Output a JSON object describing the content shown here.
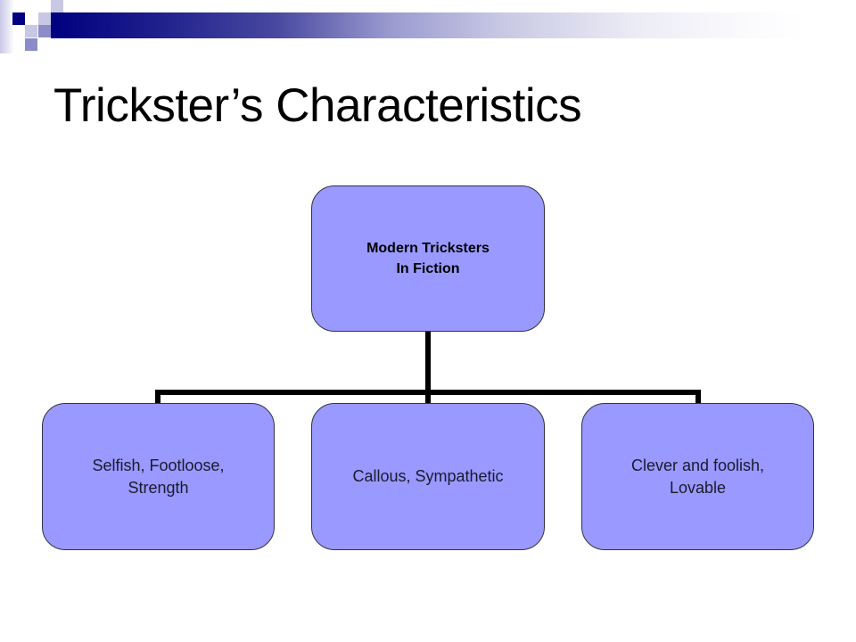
{
  "slide": {
    "title": "Trickster’s Characteristics",
    "accent_colors": {
      "header_bar_dark": "#000080",
      "node_fill": "#9999ff",
      "node_border": "#333344",
      "connector": "#000000"
    }
  },
  "org_chart": {
    "root": {
      "label": "Modern Tricksters\nIn Fiction"
    },
    "children": [
      {
        "label": "Selfish, Footloose,\nStrength"
      },
      {
        "label": "Callous, Sympathetic"
      },
      {
        "label": "Clever and foolish,\nLovable"
      }
    ]
  }
}
